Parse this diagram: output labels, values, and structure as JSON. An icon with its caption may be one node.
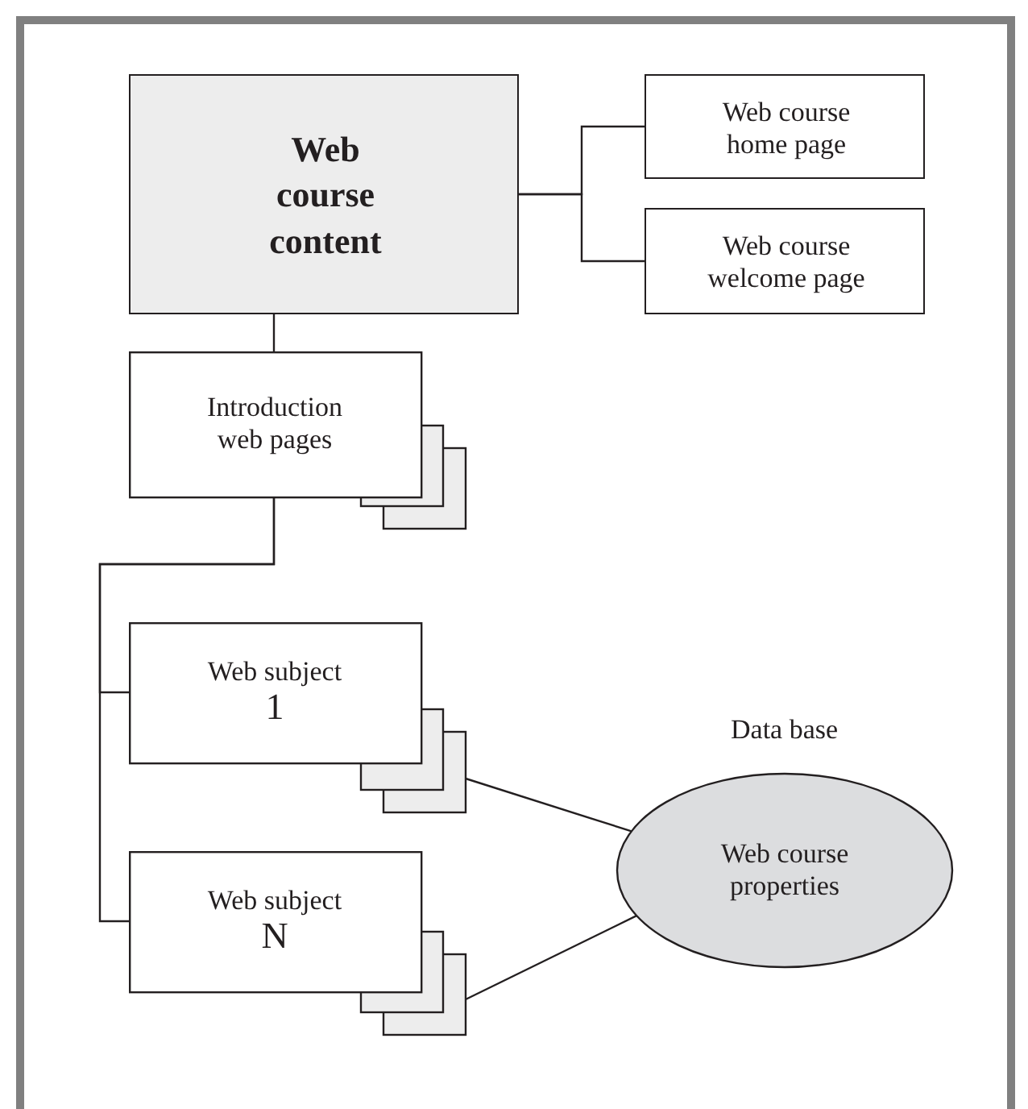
{
  "diagram": {
    "nodes": [
      {
        "text": [
          "Web course content"
        ]
      },
      {
        "text": [
          "Web course home page"
        ]
      },
      {
        "text": [
          "Web course welcome page"
        ]
      },
      {
        "text": [
          "Introduction web pages"
        ]
      },
      {
        "text": [
          "Web subject",
          "1"
        ]
      },
      {
        "text": [
          "Web subject",
          "N"
        ]
      },
      {
        "text": [
          "Web course properties"
        ],
        "beside": [
          "Data base"
        ]
      }
    ],
    "edges": [
      {
        "from": 0,
        "to": 1,
        "arrow": "none"
      },
      {
        "from": 0,
        "to": 2,
        "arrow": "none"
      },
      {
        "from": 0,
        "to": 3,
        "arrow": "none"
      },
      {
        "from": 3,
        "to": 4,
        "arrow": "none"
      },
      {
        "from": 3,
        "to": 5,
        "arrow": "none"
      },
      {
        "from": 4,
        "to": 6,
        "arrow": "none"
      },
      {
        "from": 5,
        "to": 6,
        "arrow": "none"
      }
    ]
  }
}
